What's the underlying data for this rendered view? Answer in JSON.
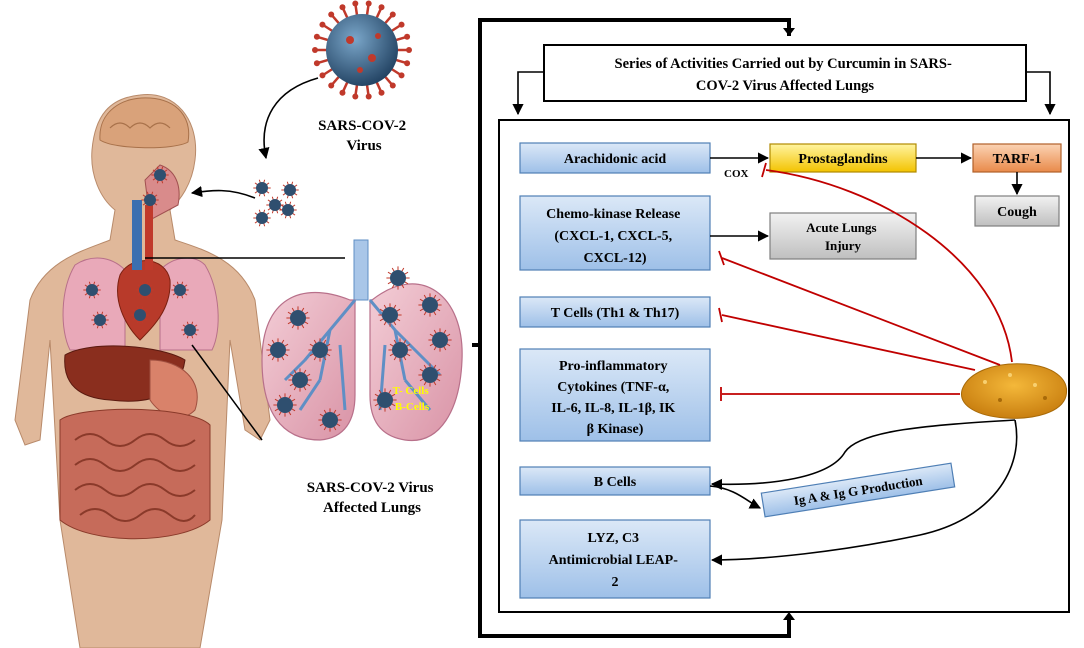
{
  "left_panel": {
    "virus_label": [
      "SARS-COV-2",
      "Virus"
    ],
    "lung_cells_label": [
      "T- Cells",
      "B-Cells"
    ],
    "affected_lungs_label": [
      "SARS-COV-2  Virus",
      "Affected Lungs"
    ]
  },
  "title": [
    "Series of Activities Carried out  by Curcumin in SARS-",
    "COV-2  Virus Affected  Lungs"
  ],
  "nodes": {
    "arachidonic": [
      "Arachidonic acid"
    ],
    "cox": "COX",
    "prostaglandins": [
      "Prostaglandins"
    ],
    "tarf": [
      "TARF-1"
    ],
    "cough": [
      "Cough"
    ],
    "chemokinase": [
      "Chemo-kinase Release",
      "(CXCL-1, CXCL-5,",
      "CXCL-12)"
    ],
    "acute_injury": [
      "Acute Lungs",
      "Injury"
    ],
    "tcells": [
      "T Cells (Th1 & Th17)"
    ],
    "proinflam": [
      "Pro-inflammatory",
      "Cytokines (TNF-α,",
      "IL-6, IL-8, IL-1β, IK",
      "β Kinase)"
    ],
    "bcells": [
      "B Cells"
    ],
    "igag": [
      "Ig A & Ig G Production"
    ],
    "lyz": [
      "LYZ,  C3",
      "Antimicrobial LEAP-",
      "2"
    ]
  },
  "colors": {
    "box_blue": "#c6d9f1",
    "box_blue_dark": "#8fb4e3",
    "prostaglandins": "#ffe34d",
    "tarf": "#f4b183",
    "grey": "#d9d9d9",
    "inhibit": "#c00000",
    "virus": "#2f4f6f",
    "spike": "#c0392b",
    "curcumin": "#e0a020",
    "lung": "#eab7c3",
    "skin": "#e0b89a"
  }
}
